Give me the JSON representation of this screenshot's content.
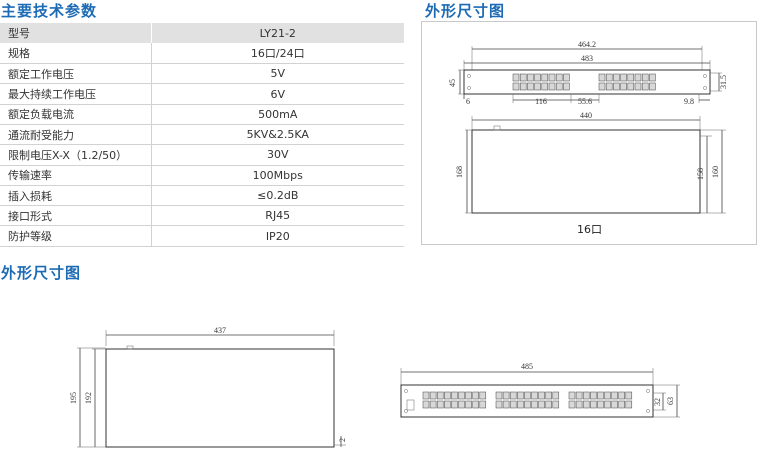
{
  "headings": {
    "params": "主要技术参数",
    "dims_top": "外形尺寸图",
    "dims_bottom": "外形尺寸图"
  },
  "params": {
    "rows": [
      {
        "key": "型号",
        "value": "LY21-2"
      },
      {
        "key": "规格",
        "value": "16口/24口"
      },
      {
        "key": "额定工作电压",
        "value": "5V"
      },
      {
        "key": "最大持续工作电压",
        "value": "6V"
      },
      {
        "key": "额定负载电流",
        "value": "500mA"
      },
      {
        "key": "通流耐受能力",
        "value": "5KV&2.5KA"
      },
      {
        "key": "限制电压X-X（1.2/50）",
        "value": "30V"
      },
      {
        "key": "传输速率",
        "value": "100Mbps"
      },
      {
        "key": "插入损耗",
        "value": "≤0.2dB"
      },
      {
        "key": "接口形式",
        "value": "RJ45"
      },
      {
        "key": "防护等级",
        "value": "IP20"
      }
    ]
  },
  "drawing16": {
    "caption": "16口",
    "front": {
      "d_464_2": "464.2",
      "d_483": "483",
      "d_45": "45",
      "d_31_5": "31.5",
      "d_6": "6",
      "d_116": "116",
      "d_55_6": "55.6",
      "d_9_8": "9.8"
    },
    "top": {
      "d_440": "440",
      "d_168": "168",
      "d_158": "158",
      "d_160": "160"
    }
  },
  "drawing24": {
    "top": {
      "d_437": "437",
      "d_195": "195",
      "d_192": "192",
      "d_2": "2"
    },
    "front": {
      "d_485": "485",
      "d_32": "32",
      "d_63": "63"
    }
  }
}
